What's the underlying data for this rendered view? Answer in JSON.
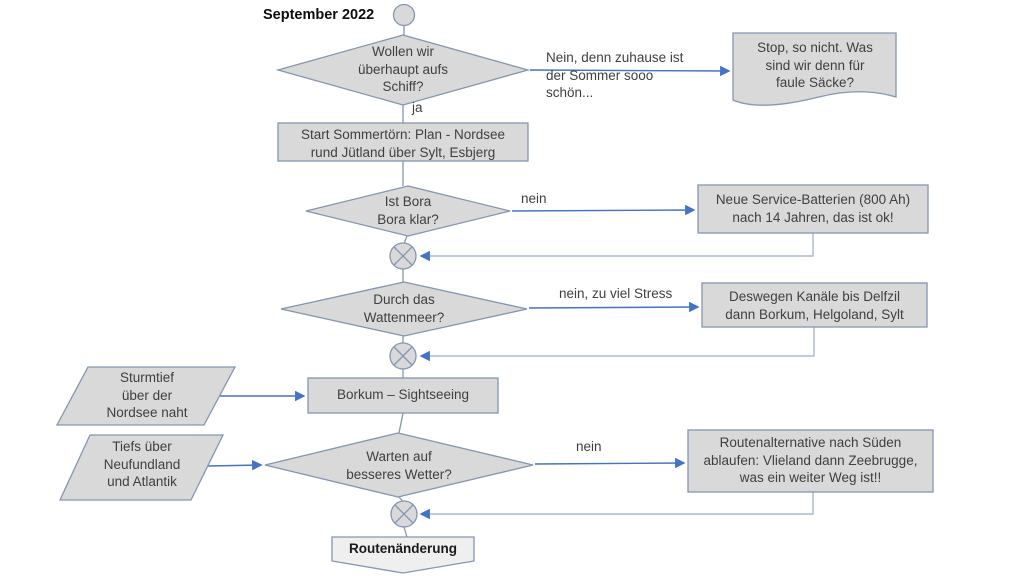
{
  "title": "September 2022",
  "colors": {
    "shape_fill": "#d9d9d9",
    "shape_border": "#8496b0",
    "arrow_blue": "#4472c4",
    "elbow_line": "#aab8d3",
    "text": "#3f3f3f"
  },
  "flow": {
    "decision_schiff": "Wollen wir\nüberhaupt aufs\nSchiff?",
    "label_ja": "ja",
    "label_nein_zuhause": "Nein, denn zuhause ist\nder Sommer sooo\nschön...",
    "doc_stop": "Stop, so nicht. Was\nsind wir denn für\nfaule Säcke?",
    "process_sommertoern": "Start Sommertörn: Plan -  Nordsee\nrund Jütland über Sylt, Esbjerg",
    "decision_bora": "Ist Bora\nBora klar?",
    "label_nein_bora": "nein",
    "process_batterien": "Neue Service-Batterien (800 Ah)\nnach 14 Jahren, das ist ok!",
    "decision_wattenmeer": "Durch das\nWattenmeer?",
    "label_nein_stress": "nein, zu viel Stress",
    "process_kanaele": "Deswegen Kanäle bis Delfzil\ndann Borkum, Helgoland, Sylt",
    "input_sturmtief": "Sturmtief\nüber der\nNordsee naht",
    "process_borkum": "Borkum – Sightseeing",
    "input_tiefs": "Tiefs über\nNeufundland\nund Atlantik",
    "decision_wetter": "Warten auf\nbesseres Wetter?",
    "label_nein_wetter": "nein",
    "process_routenalternative": "Routenalternative nach Süden\nablaufen: Vlieland dann Zeebrugge,\nwas ein weiter Weg ist!!",
    "terminator_routenaenderung": "Routenänderung"
  }
}
